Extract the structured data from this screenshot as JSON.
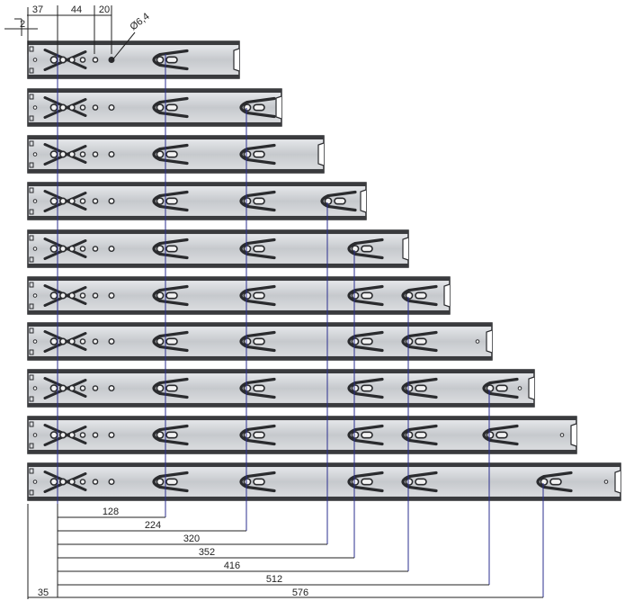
{
  "top_dims": {
    "d37": "37",
    "d44": "44",
    "d20": "20",
    "d2": "2",
    "hole": "Ø6,4"
  },
  "bottom_dims": {
    "d128": "128",
    "d224": "224",
    "d320": "320",
    "d352": "352",
    "d416": "416",
    "d512": "512",
    "d576": "576",
    "d35": "35"
  },
  "colors": {
    "rail": "#c9ccd0",
    "rail_dark": "#3a3b3e",
    "line": "#222222"
  }
}
